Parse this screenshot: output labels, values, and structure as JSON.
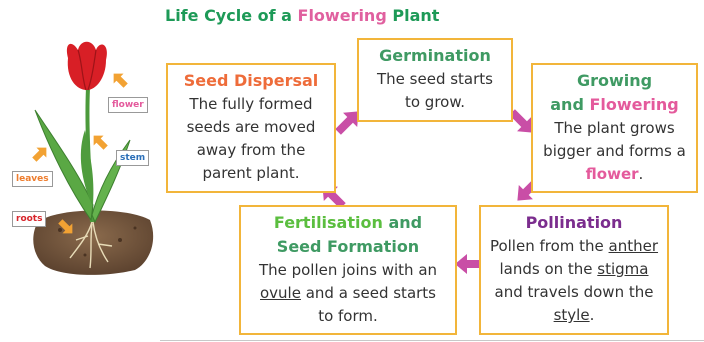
{
  "title": {
    "part1": "Life Cycle of a ",
    "highlight": "Flowering",
    "part2": " Plant"
  },
  "labels": {
    "flower": "flower",
    "stem": "stem",
    "leaves": "leaves",
    "roots": "roots"
  },
  "stages": {
    "seed_dispersal": {
      "heading": "Seed Dispersal",
      "text": "The fully formed seeds are moved away from the parent plant."
    },
    "germination": {
      "heading": "Germination",
      "text": "The seed starts to grow."
    },
    "growing": {
      "heading_line1": "Growing",
      "heading_and": "and ",
      "heading_flowering": "Flowering",
      "text_a": "The plant grows bigger and forms a ",
      "text_flower": "flower",
      "text_end": "."
    },
    "pollination": {
      "heading": "Pollination",
      "t1": "Pollen from the ",
      "anther": "anther",
      "t2": " lands on the ",
      "stigma": "stigma",
      "t3": " and travels down the ",
      "style": "style",
      "t4": "."
    },
    "fertilisation": {
      "heading_a": "Fertilisation",
      "heading_and": " and",
      "heading_b": "Seed Formation",
      "t1": "The pollen joins with an ",
      "ovule": "ovule",
      "t2": " and a seed starts to form."
    }
  },
  "colors": {
    "box_border": "#f2b53a",
    "arrow": "#c94ea6",
    "label_arrow": "#f2a233",
    "title_green": "#1d9a57",
    "title_pink": "#e0609f"
  }
}
